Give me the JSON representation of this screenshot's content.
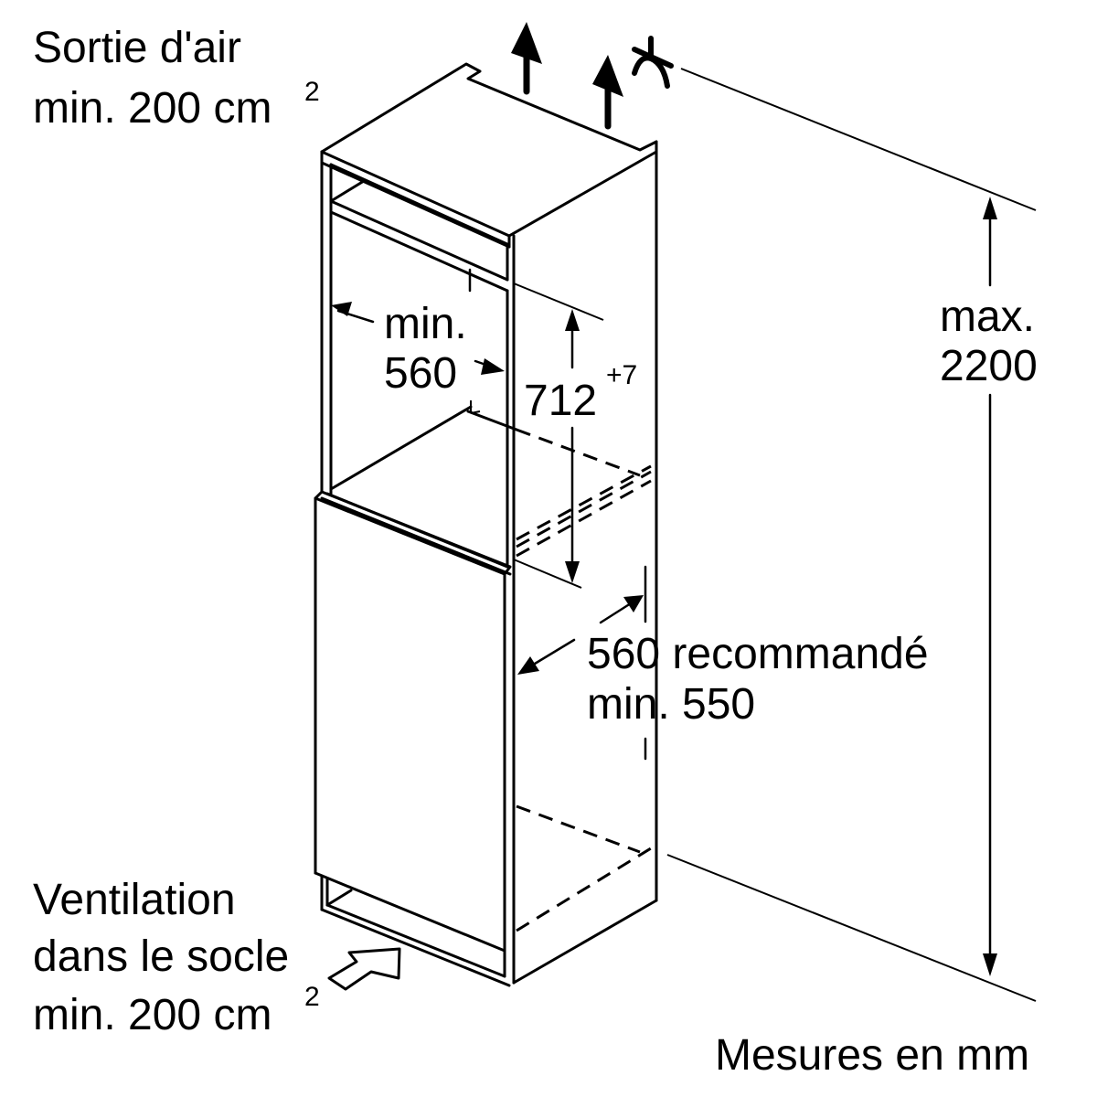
{
  "labels": {
    "air_outlet": {
      "line1": "Sortie d'air",
      "line2": "min. 200 cm",
      "sup": "2"
    },
    "niche_width": {
      "line1": "min.",
      "line2": "560"
    },
    "niche_height": {
      "value": "712",
      "tolerance": "+7"
    },
    "max_height": {
      "line1": "max.",
      "line2": "2200"
    },
    "depth": {
      "line1": "560 recommandé",
      "line2": "min. 550"
    },
    "plinth_ventilation": {
      "line1": "Ventilation",
      "line2": "dans le socle",
      "line3": "min. 200 cm",
      "sup": "2"
    },
    "units_note": "Mesures en mm"
  },
  "icons": {
    "air_outflow": "up-arrow-icon",
    "air_inflow": "outline-arrow-icon",
    "break_mark": "break-symbol-icon"
  },
  "colors": {
    "line": "#000000",
    "background": "#ffffff"
  }
}
